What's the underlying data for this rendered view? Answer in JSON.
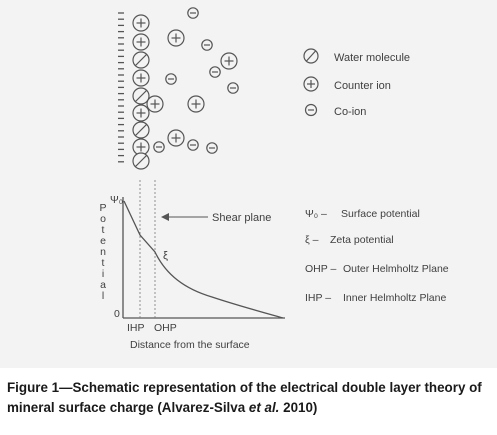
{
  "legend_top": [
    {
      "icon": "water-molecule-icon",
      "label": "Water molecule"
    },
    {
      "icon": "counter-ion-icon",
      "label": "Counter ion"
    },
    {
      "icon": "co-ion-icon",
      "label": "Co-ion"
    }
  ],
  "plot": {
    "y_axis_label": "Potential",
    "psi0_label": "Ψ₀",
    "origin_label": "0",
    "shear_plane_label": "Shear plane",
    "xi_label": "ξ",
    "ihp_tick": "IHP",
    "ohp_tick": "OHP",
    "x_axis_label": "Distance from the surface"
  },
  "legend_bottom": [
    {
      "symbol": "Ψ₀ –",
      "text": "Surface potential"
    },
    {
      "symbol": "ξ –",
      "text": "Zeta potential"
    },
    {
      "symbol": "OHP –",
      "text": "Outer Helmholtz Plane"
    },
    {
      "symbol": "IHP –",
      "text": "Inner Helmholtz Plane"
    }
  ],
  "caption": {
    "before_italic": "Figure 1—Schematic representation of the electrical double layer theory of mineral surface charge (Alvarez-Silva ",
    "italic": "et al.",
    "after_italic": " 2010)"
  },
  "colors": {
    "line": "#555555",
    "background": "#f3f3f3"
  }
}
